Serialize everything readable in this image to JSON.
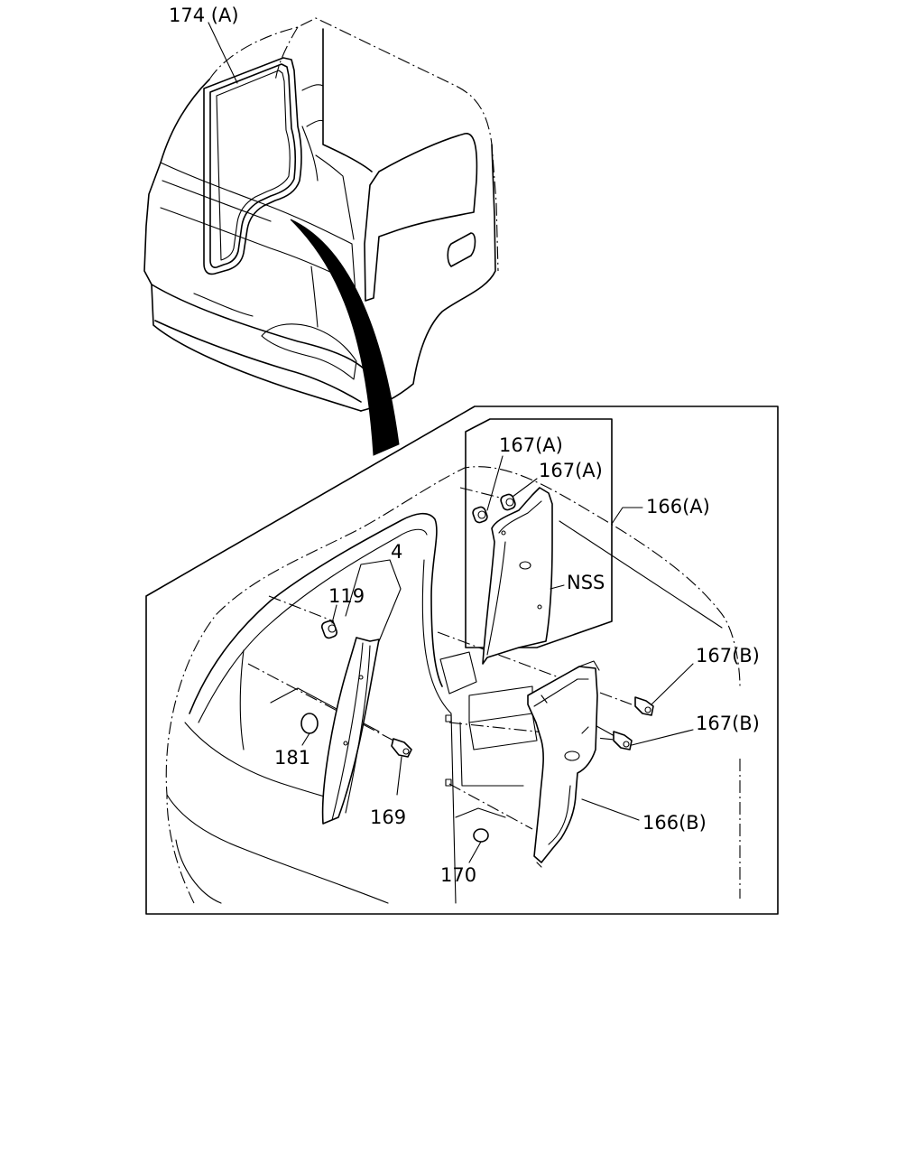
{
  "labels": {
    "seal": "174 (A)",
    "clip_a1": "167(A)",
    "clip_a2": "167(A)",
    "trim_upper": "166(A)",
    "nss": "NSS",
    "pillar_trim": "4",
    "clip_119": "119",
    "clip_b1": "167(B)",
    "clip_b2": "167(B)",
    "plug_181": "181",
    "screw_169": "169",
    "trim_lower": "166(B)",
    "plug_170": "170"
  }
}
